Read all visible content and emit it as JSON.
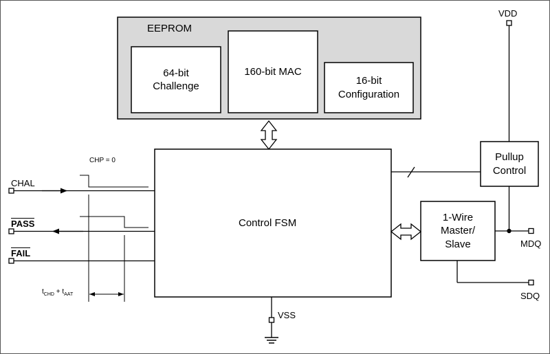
{
  "eeprom": {
    "title": "EEPROM",
    "blocks": {
      "challenge": "64-bit\nChallenge",
      "mac": "160-bit MAC",
      "configuration": "16-bit\nConfiguration"
    }
  },
  "fsm": {
    "label": "Control FSM"
  },
  "pullup": {
    "label": "Pullup\nControl"
  },
  "onewire": {
    "label": "1-Wire\nMaster/\nSlave"
  },
  "pins": {
    "vdd": "VDD",
    "chal": "CHAL",
    "pass": "PASS",
    "fail": "FAIL",
    "mdq": "MDQ",
    "sdq": "SDQ",
    "vss": "VSS"
  },
  "timing": {
    "chp_label": "CHP = 0",
    "t_chd": "t",
    "t_chd_sub": "CHD",
    "plus": " + t",
    "t_aat_sub": "AAT"
  },
  "colors": {
    "eeprom_fill": "#d9d9d9",
    "line": "#000000",
    "border": "#555555"
  }
}
